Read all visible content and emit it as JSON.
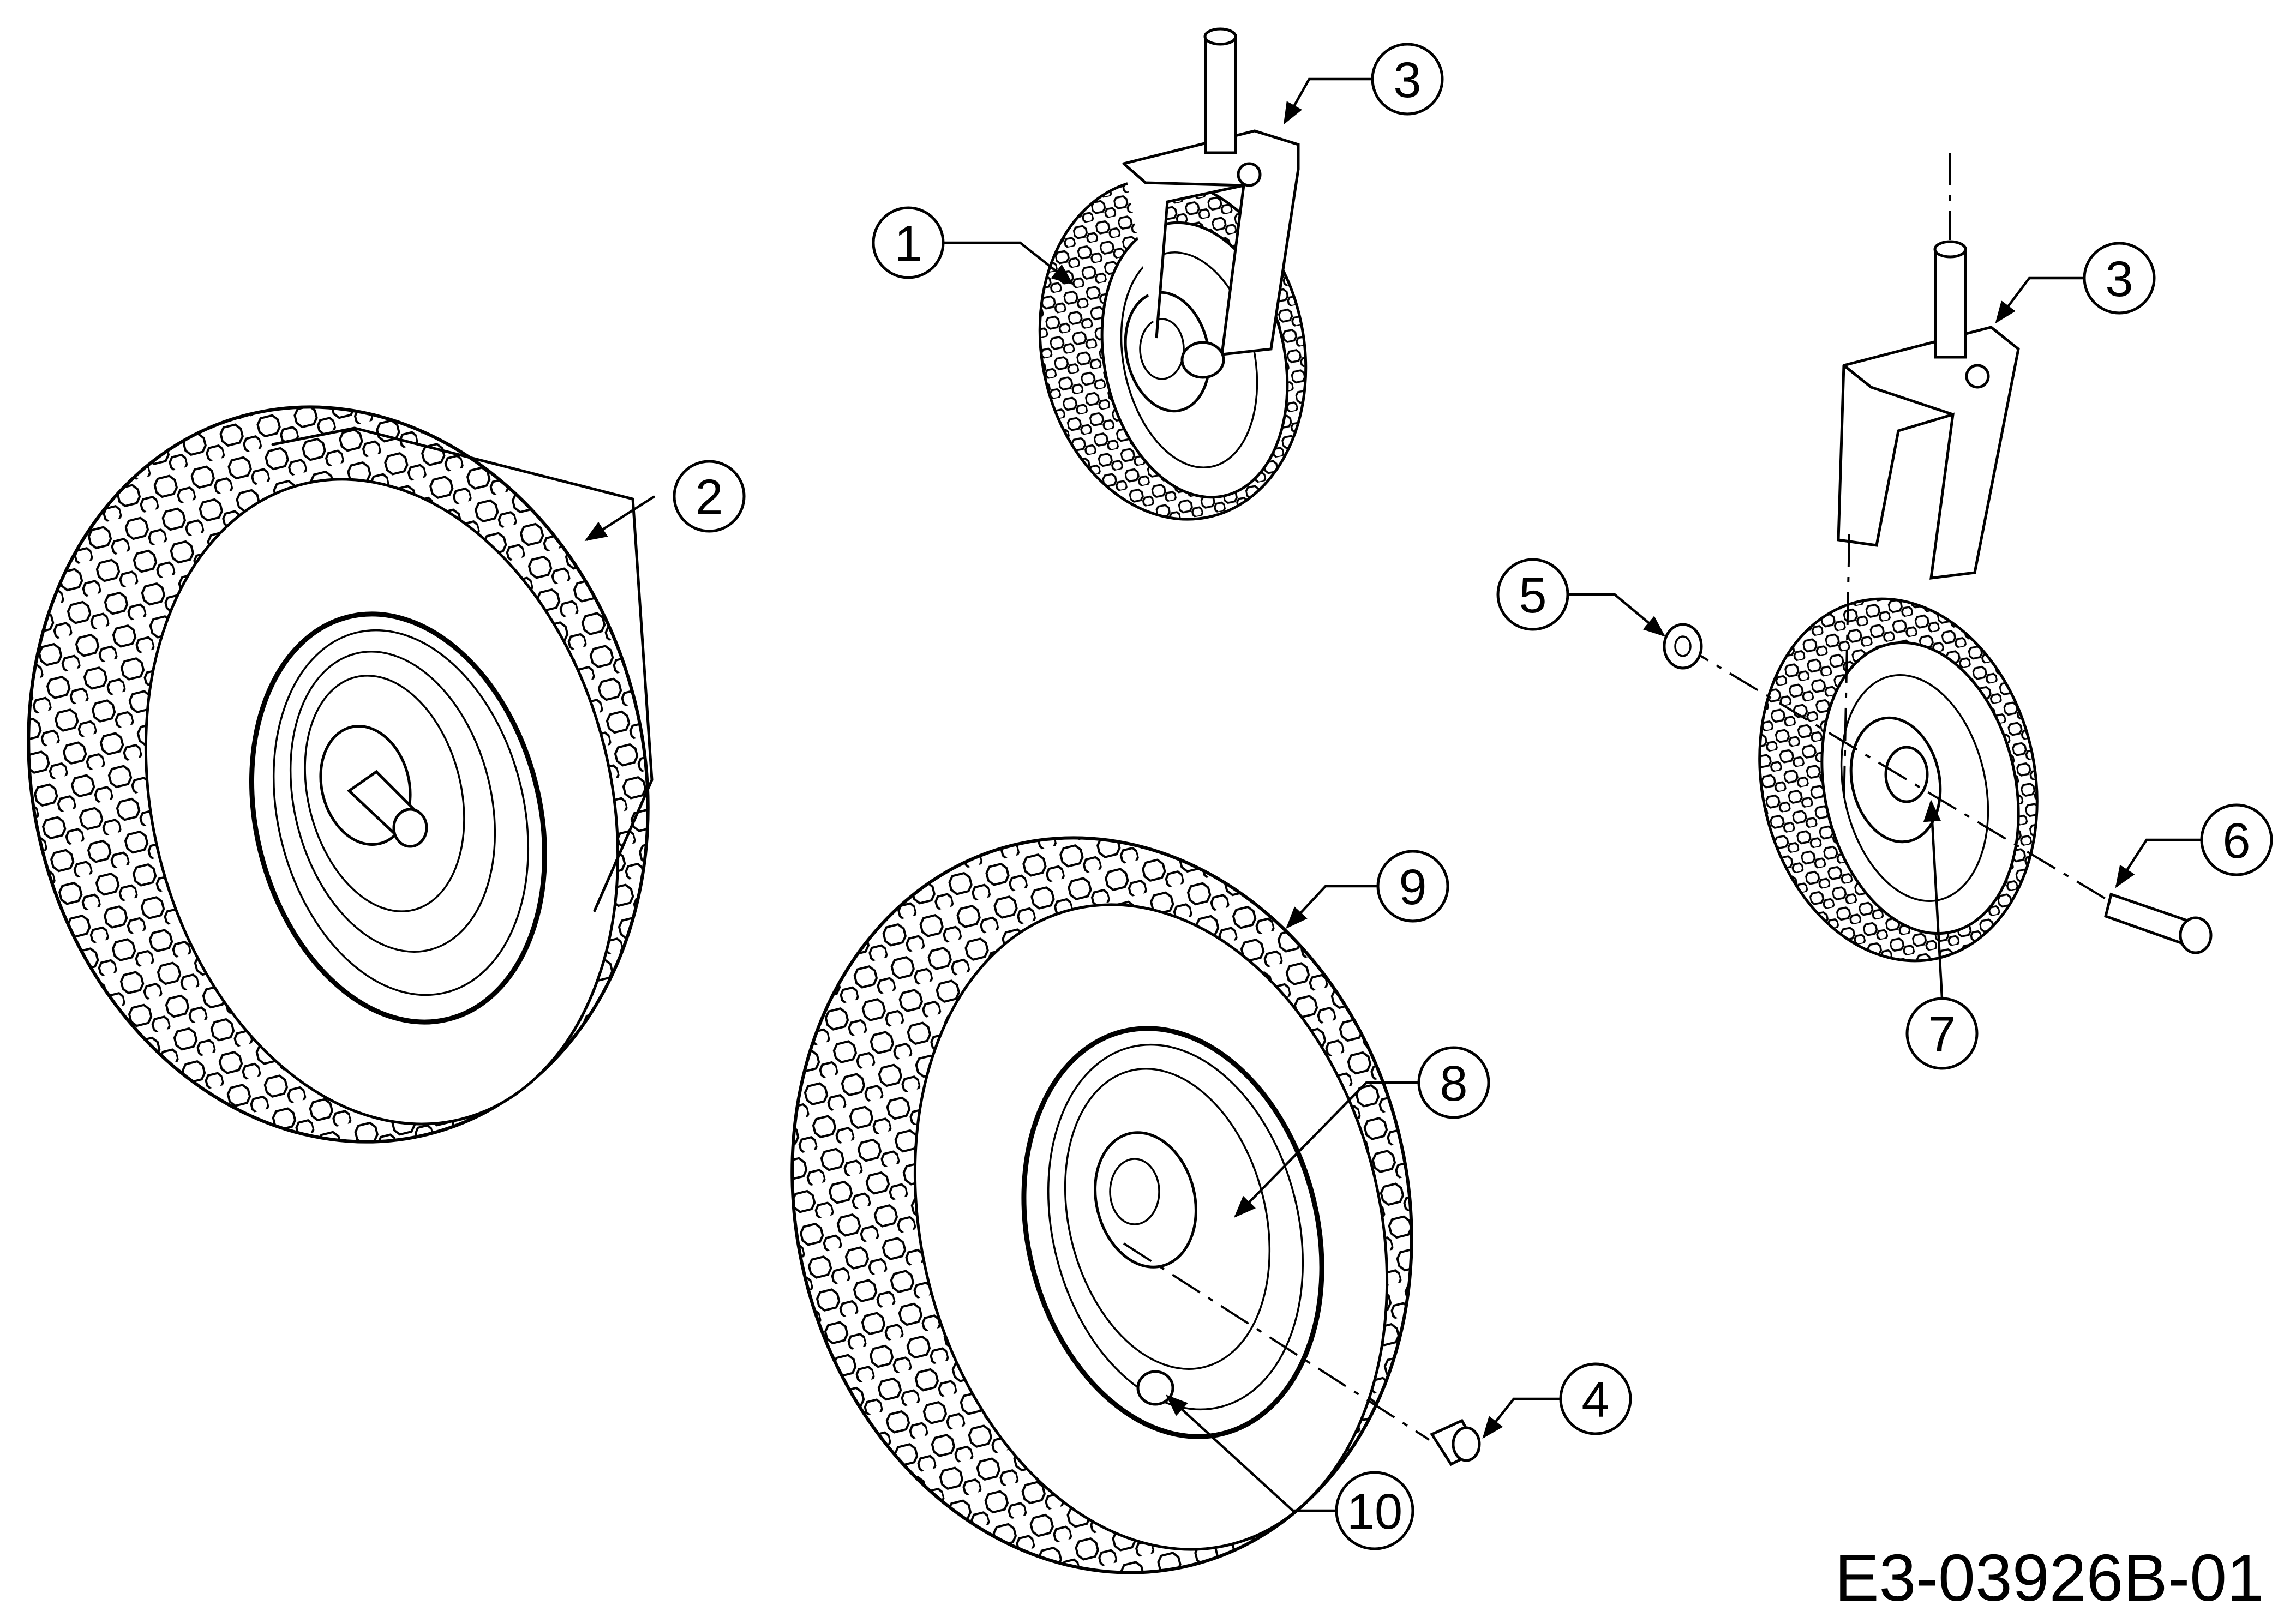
{
  "diagram": {
    "drawing_code": "E3-03926B-01",
    "callouts": [
      {
        "id": "callout-1",
        "label": "1"
      },
      {
        "id": "callout-2",
        "label": "2"
      },
      {
        "id": "callout-3a",
        "label": "3"
      },
      {
        "id": "callout-3b",
        "label": "3"
      },
      {
        "id": "callout-4",
        "label": "4"
      },
      {
        "id": "callout-5",
        "label": "5"
      },
      {
        "id": "callout-6",
        "label": "6"
      },
      {
        "id": "callout-7",
        "label": "7"
      },
      {
        "id": "callout-8",
        "label": "8"
      },
      {
        "id": "callout-9",
        "label": "9"
      },
      {
        "id": "callout-10",
        "label": "10"
      }
    ]
  }
}
